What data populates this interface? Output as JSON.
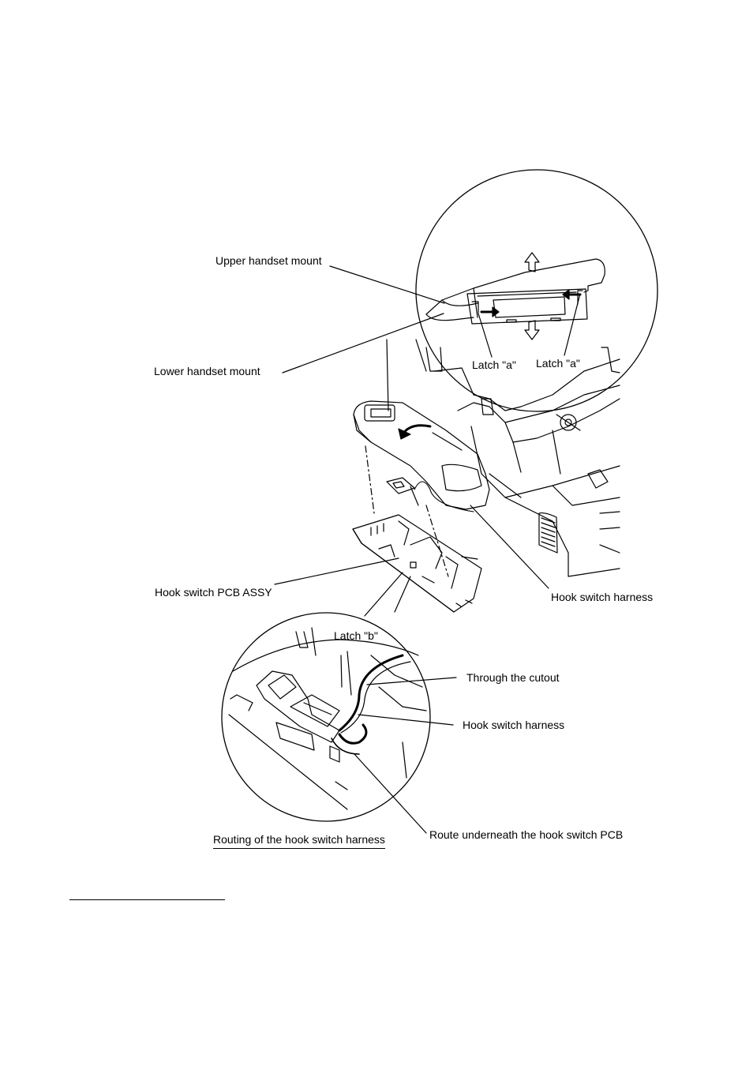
{
  "labels": {
    "upper_handset_mount": "Upper handset mount",
    "lower_handset_mount": "Lower handset mount",
    "latch_a_left": "Latch \"a\"",
    "latch_a_right": "Latch \"a\"",
    "hook_switch_pcb_assy": "Hook switch PCB ASSY",
    "hook_switch_harness_main": "Hook switch harness",
    "latch_b": "Latch \"b\"",
    "through_the_cutout": "Through the cutout",
    "hook_switch_harness_detail": "Hook switch harness",
    "route_underneath": "Route underneath the hook switch PCB"
  },
  "caption": "Routing of the hook switch harness"
}
